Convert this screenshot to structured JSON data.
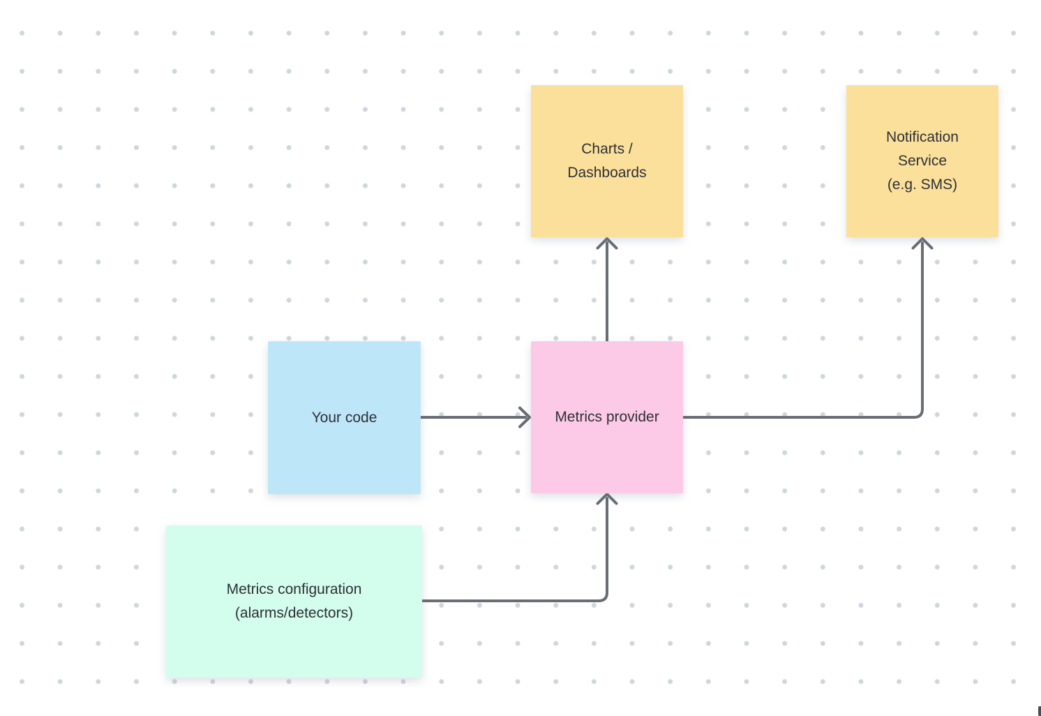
{
  "canvas": {
    "background_color": "#ffffff",
    "dot_color": "#d2d6dc",
    "connector_color": "#696d74",
    "text_color": "#2e3036"
  },
  "nodes": [
    {
      "id": "charts-dashboards",
      "type": "sticky-note",
      "label": "Charts /\nDashboards",
      "color": "#FBE09B"
    },
    {
      "id": "notification-service",
      "type": "sticky-note",
      "label": "Notification\nService\n(e.g. SMS)",
      "color": "#FBE09B"
    },
    {
      "id": "your-code",
      "type": "sticky-note",
      "label": "Your code",
      "color": "#BDE7F8"
    },
    {
      "id": "metrics-provider",
      "type": "sticky-note",
      "label": "Metrics provider",
      "color": "#FCC9E6"
    },
    {
      "id": "metrics-configuration",
      "type": "sticky-note",
      "label": "Metrics configuration\n(alarms/detectors)",
      "color": "#D3FDED"
    }
  ],
  "connectors": [
    {
      "from": "your-code",
      "to": "metrics-provider",
      "style": "straight-arrow"
    },
    {
      "from": "metrics-provider",
      "to": "charts-dashboards",
      "style": "straight-arrow"
    },
    {
      "from": "metrics-provider",
      "to": "notification-service",
      "style": "elbow-arrow"
    },
    {
      "from": "metrics-configuration",
      "to": "metrics-provider",
      "style": "elbow-arrow"
    }
  ]
}
